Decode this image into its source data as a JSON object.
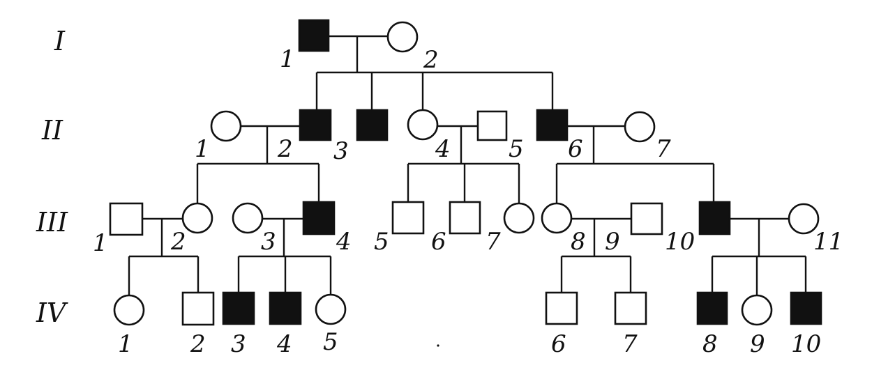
{
  "generations": [
    {
      "id": "I",
      "label": "I"
    },
    {
      "id": "II",
      "label": "II"
    },
    {
      "id": "III",
      "label": "III"
    },
    {
      "id": "IV",
      "label": "IV"
    }
  ],
  "individuals": [
    {
      "id": "I-1",
      "sex": "male",
      "affected": true,
      "label": "1"
    },
    {
      "id": "I-2",
      "sex": "female",
      "affected": false,
      "label": "2"
    },
    {
      "id": "II-1",
      "sex": "female",
      "affected": false,
      "label": "1"
    },
    {
      "id": "II-2",
      "sex": "male",
      "affected": true,
      "label": "2"
    },
    {
      "id": "II-3",
      "sex": "male",
      "affected": true,
      "label": "3"
    },
    {
      "id": "II-4",
      "sex": "female",
      "affected": false,
      "label": "4"
    },
    {
      "id": "II-5",
      "sex": "male",
      "affected": false,
      "label": "5"
    },
    {
      "id": "II-6",
      "sex": "male",
      "affected": true,
      "label": "6"
    },
    {
      "id": "II-7",
      "sex": "female",
      "affected": false,
      "label": "7"
    },
    {
      "id": "III-1",
      "sex": "male",
      "affected": false,
      "label": "1"
    },
    {
      "id": "III-2",
      "sex": "female",
      "affected": false,
      "label": "2"
    },
    {
      "id": "III-3",
      "sex": "female",
      "affected": false,
      "label": "3"
    },
    {
      "id": "III-4",
      "sex": "male",
      "affected": true,
      "label": "4"
    },
    {
      "id": "III-5",
      "sex": "male",
      "affected": false,
      "label": "5"
    },
    {
      "id": "III-6",
      "sex": "male",
      "affected": false,
      "label": "6"
    },
    {
      "id": "III-7",
      "sex": "female",
      "affected": false,
      "label": "7"
    },
    {
      "id": "III-8",
      "sex": "female",
      "affected": false,
      "label": "8"
    },
    {
      "id": "III-9",
      "sex": "male",
      "affected": false,
      "label": "9"
    },
    {
      "id": "III-10",
      "sex": "male",
      "affected": true,
      "label": "10"
    },
    {
      "id": "III-11",
      "sex": "female",
      "affected": false,
      "label": "11"
    },
    {
      "id": "IV-1",
      "sex": "female",
      "affected": false,
      "label": "1"
    },
    {
      "id": "IV-2",
      "sex": "male",
      "affected": false,
      "label": "2"
    },
    {
      "id": "IV-3",
      "sex": "male",
      "affected": true,
      "label": "3"
    },
    {
      "id": "IV-4",
      "sex": "male",
      "affected": true,
      "label": "4"
    },
    {
      "id": "IV-5",
      "sex": "female",
      "affected": false,
      "label": "5"
    },
    {
      "id": "IV-6",
      "sex": "male",
      "affected": false,
      "label": "6"
    },
    {
      "id": "IV-7",
      "sex": "male",
      "affected": false,
      "label": "7"
    },
    {
      "id": "IV-8",
      "sex": "male",
      "affected": true,
      "label": "8"
    },
    {
      "id": "IV-9",
      "sex": "female",
      "affected": false,
      "label": "9"
    },
    {
      "id": "IV-10",
      "sex": "male",
      "affected": true,
      "label": "10"
    }
  ],
  "matings": [
    {
      "partners": [
        "I-1",
        "I-2"
      ],
      "children": [
        "II-2",
        "II-3",
        "II-4",
        "II-6"
      ]
    },
    {
      "partners": [
        "II-1",
        "II-2"
      ],
      "children": [
        "III-2",
        "III-4"
      ]
    },
    {
      "partners": [
        "II-4",
        "II-5"
      ],
      "children": [
        "III-5",
        "III-6",
        "III-7"
      ]
    },
    {
      "partners": [
        "II-6",
        "II-7"
      ],
      "children": [
        "III-8",
        "III-10"
      ]
    },
    {
      "partners": [
        "III-1",
        "III-2"
      ],
      "children": [
        "IV-1",
        "IV-2"
      ]
    },
    {
      "partners": [
        "III-3",
        "III-4"
      ],
      "children": [
        "IV-3",
        "IV-4",
        "IV-5"
      ]
    },
    {
      "partners": [
        "III-8",
        "III-9"
      ],
      "children": [
        "IV-6",
        "IV-7"
      ]
    },
    {
      "partners": [
        "III-10",
        "III-11"
      ],
      "children": [
        "IV-8",
        "IV-9",
        "IV-10"
      ]
    }
  ],
  "colors": {
    "affected": "#111111",
    "unaffected": "#ffffff",
    "line": "#111111"
  }
}
